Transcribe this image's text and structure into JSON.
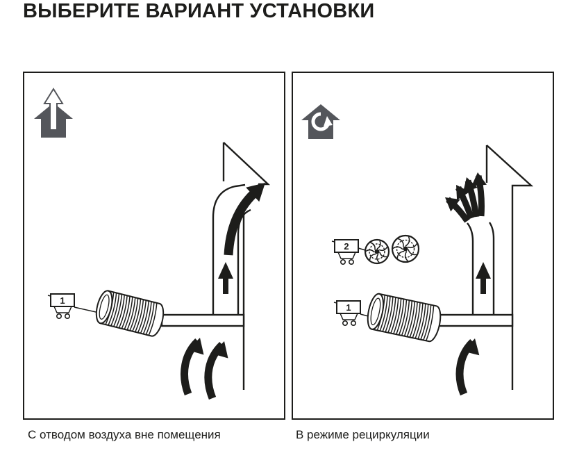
{
  "page": {
    "title": "ВЫБЕРИТЕ ВАРИАНТ УСТАНОВКИ"
  },
  "panels": {
    "exhaust": {
      "caption": "С отводом воздуха вне помещения",
      "cart1_label": "1",
      "cart1_item": "corrugated-air-duct"
    },
    "recirculation": {
      "caption": "В режиме рециркуляции",
      "cart1_label": "1",
      "cart1_item": "corrugated-air-duct",
      "cart2_label": "2",
      "cart2_item": "carbon-filter-discs"
    }
  },
  "icons": {
    "exhaust_house": "house-with-up-arrow-icon",
    "recirculation_house": "house-with-recirculation-arrow-icon",
    "cart": "shopping-cart-icon"
  },
  "colors": {
    "line": "#1d1d1b",
    "house": "#54565b",
    "background": "#ffffff"
  }
}
